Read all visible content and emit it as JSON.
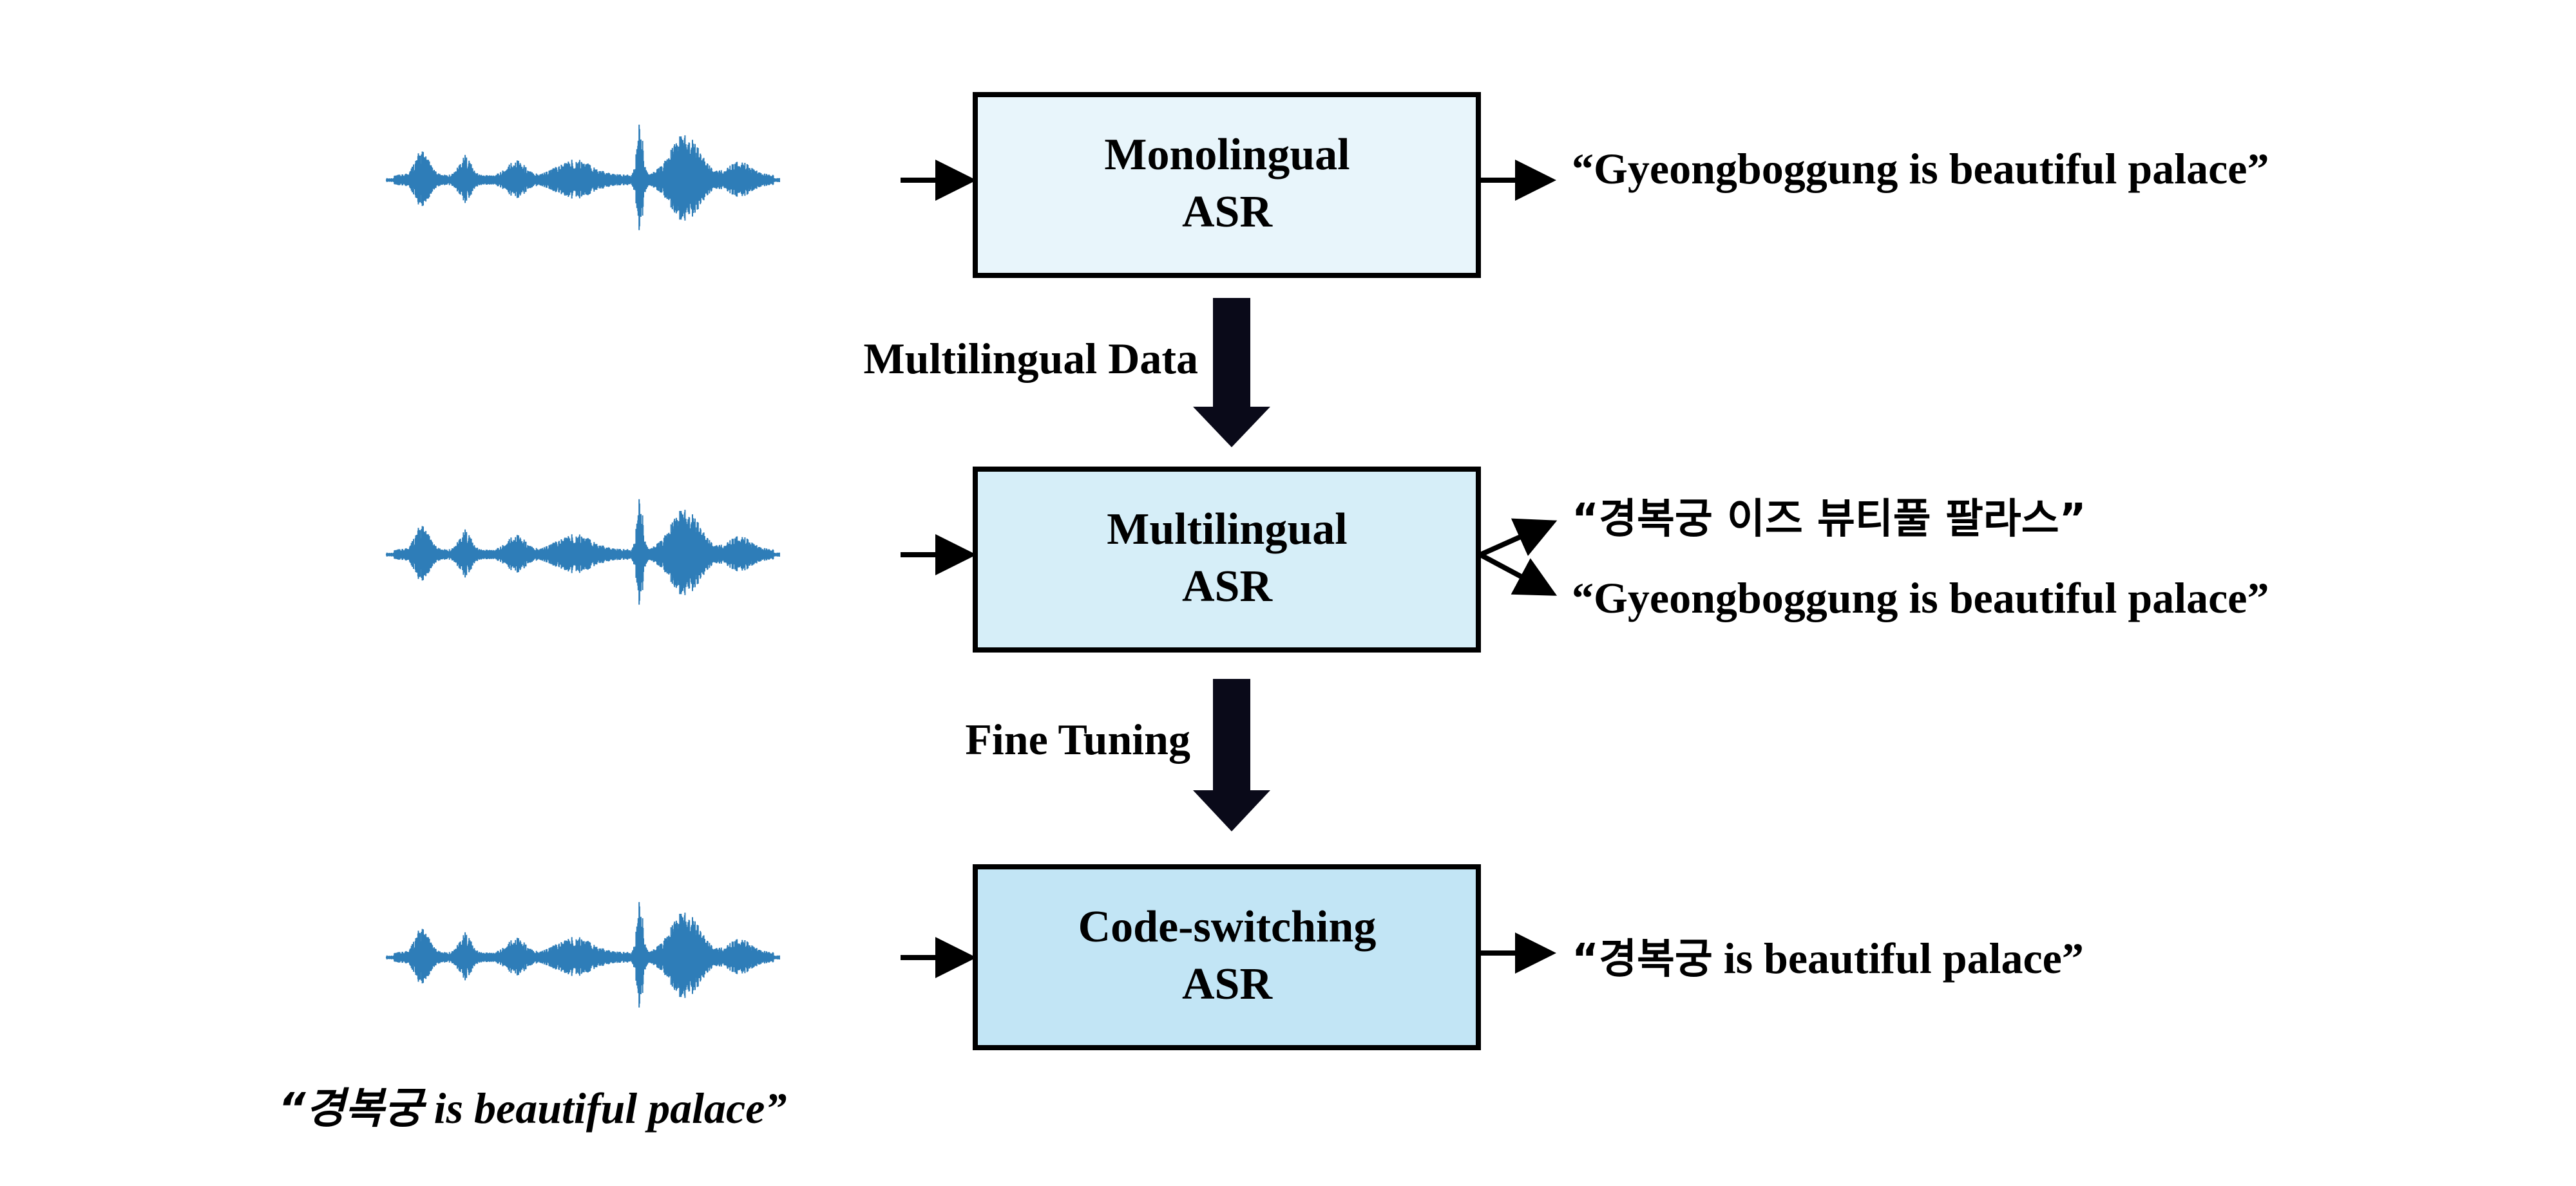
{
  "colors": {
    "box1_fill": "#e8f5fb",
    "box2_fill": "#d6eef8",
    "box3_fill": "#c2e5f5",
    "box_stroke": "#000000",
    "arrow": "#000000",
    "big_arrow": "#0a0a19",
    "waveform": "#2e7db8"
  },
  "boxes": {
    "monolingual": {
      "line1": "Monolingual",
      "line2": "ASR"
    },
    "multilingual": {
      "line1": "Multilingual",
      "line2": "ASR"
    },
    "codeswitching": {
      "line1": "Code-switching",
      "line2": "ASR"
    }
  },
  "transitions": {
    "multilingual_data": "Multilingual Data",
    "fine_tuning": "Fine Tuning"
  },
  "outputs": {
    "monolingual": "“Gyeongboggung is beautiful palace”",
    "multilingual_korean": "“경복궁 이즈 뷰티풀 팔라스”",
    "multilingual_english": "“Gyeongboggung is beautiful palace”",
    "codeswitching_korean": "“경복궁",
    "codeswitching_english": " is beautiful palace”"
  },
  "input_caption": {
    "korean": "“경복궁",
    "english": " is beautiful palace”"
  },
  "icons": {
    "waveform": "audio-waveform-icon"
  }
}
